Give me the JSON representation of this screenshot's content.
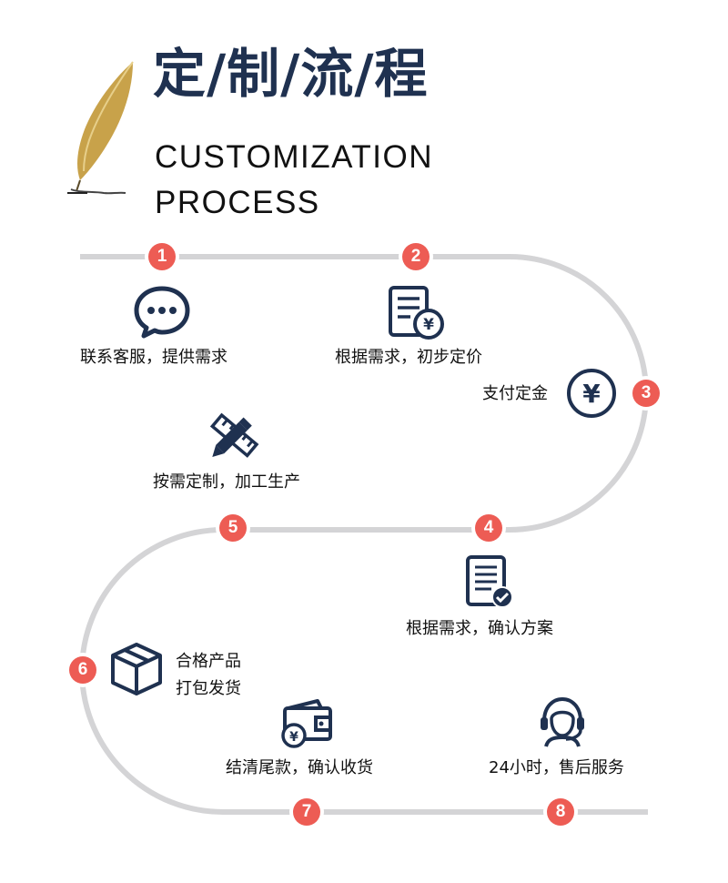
{
  "header": {
    "title_cn": "定/制/流/程",
    "title_en_line1": "CUSTOMIZATION",
    "title_en_line2": "PROCESS"
  },
  "colors": {
    "accent": "#ed5c54",
    "path": "#d4d4d6",
    "icon": "#1f3150",
    "quill": "#c8a24a"
  },
  "steps": [
    {
      "num": "1",
      "label": "联系客服，提供需求",
      "icon": "chat-bubble-icon"
    },
    {
      "num": "2",
      "label": "根据需求，初步定价",
      "icon": "price-document-icon"
    },
    {
      "num": "3",
      "label": "支付定金",
      "icon": "yuan-coin-icon"
    },
    {
      "num": "4",
      "label": "根据需求，确认方案",
      "icon": "checklist-icon"
    },
    {
      "num": "5",
      "label": "按需定制，加工生产",
      "icon": "pencil-ruler-icon"
    },
    {
      "num": "6",
      "label_line1": "合格产品",
      "label_line2": "打包发货",
      "icon": "package-box-icon"
    },
    {
      "num": "7",
      "label": "结清尾款，确认收货",
      "icon": "wallet-icon"
    },
    {
      "num": "8",
      "label": "24小时，售后服务",
      "icon": "headset-support-icon"
    }
  ]
}
